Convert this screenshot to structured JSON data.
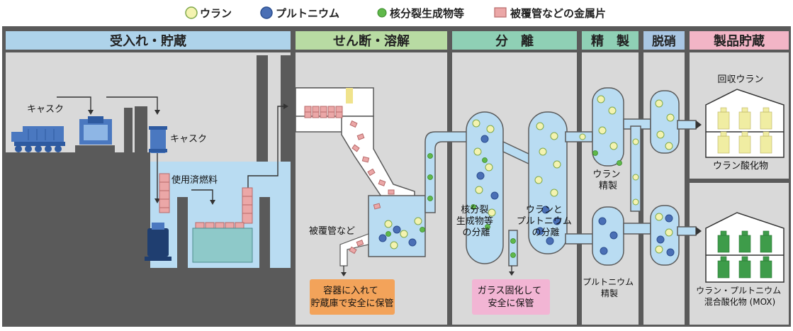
{
  "legend": [
    {
      "label": "ウラン",
      "kind": "uranium"
    },
    {
      "label": "プルトニウム",
      "kind": "plutonium"
    },
    {
      "label": "核分裂生成物等",
      "kind": "fission"
    },
    {
      "label": "被覆管などの金属片",
      "kind": "metal"
    }
  ],
  "stages": [
    {
      "key": "receive",
      "label": "受入れ・貯蔵",
      "color": "#aed3ea"
    },
    {
      "key": "shear",
      "label": "せん断・溶解",
      "color": "#b8dba3"
    },
    {
      "key": "separation",
      "label": "分　離",
      "color": "#8fd0b5"
    },
    {
      "key": "refine",
      "label": "精　製",
      "color": "#8fd0b5"
    },
    {
      "key": "denitrate",
      "label": "脱硝",
      "color": "#a9c6e3"
    },
    {
      "key": "product",
      "label": "製品貯蔵",
      "color": "#f2b5c6"
    }
  ],
  "labels": {
    "cask_left": "キャスク",
    "cask_right": "キャスク",
    "spent_fuel": "使用済燃料",
    "cladding": "被覆管など",
    "fp_separation": "核分裂\n生成物等\nの分離",
    "u_pu_separation": "ウランと\nプルトニウム\nの分離",
    "u_refine": "ウラン\n精製",
    "pu_refine": "プルトニウム\n精製",
    "recovered_u": "回収ウラン",
    "u_oxide": "ウラン酸化物",
    "mox": "ウラン・プルトニウム\n混合酸化物 (MOX)"
  },
  "notes": {
    "container": "容器に入れて\n貯蔵庫で安全に保管",
    "vitrify": "ガラス固化して\n安全に保管"
  },
  "colors": {
    "uranium_fill": "#f4f3b0",
    "uranium_stroke": "#7fa84a",
    "plutonium_fill": "#4a6fb5",
    "plutonium_stroke": "#2c4f90",
    "fission_fill": "#5fb84a",
    "metal_fill": "#eba7a7",
    "metal_stroke": "#b76a6a",
    "liquid": "#b9dcf2",
    "panel": "#d9d9d9",
    "wall": "#5a5a5a",
    "note_orange": "#f3a35a",
    "note_pink": "#f2b5d4"
  }
}
